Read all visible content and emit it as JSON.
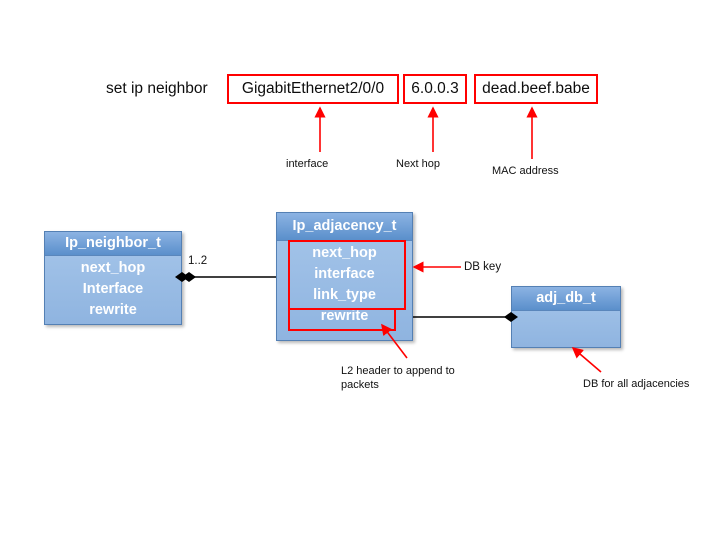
{
  "command": {
    "label": "set ip neighbor",
    "arguments": [
      {
        "value": "GigabitEthernet2/0/0",
        "caption": "interface"
      },
      {
        "value": "6.0.0.3",
        "caption": "Next hop"
      },
      {
        "value": "dead.beef.babe",
        "caption": "MAC address"
      }
    ]
  },
  "classes": {
    "neighbor": {
      "title": "Ip_neighbor_t",
      "fields": [
        "next_hop",
        "Interface",
        "rewrite"
      ]
    },
    "adjacency": {
      "title": "Ip_adjacency_t",
      "fields": [
        "next_hop",
        "interface",
        "link_type",
        "rewrite"
      ]
    },
    "adjdb": {
      "title": "adj_db_t",
      "fields": []
    }
  },
  "relations": {
    "neighbor_to_adjacency_multiplicity": "1..2"
  },
  "annotations": {
    "db_key": "DB key",
    "l2_header": "L2 header to append to packets",
    "db_for_all": "DB for all adjacencies"
  },
  "colors": {
    "highlight": "#ff0000",
    "box_title": "#5a8fcb",
    "box_body": "#8fb4e0",
    "text_on_box": "#ffffff",
    "connector": "#000000",
    "background": "#ffffff"
  }
}
